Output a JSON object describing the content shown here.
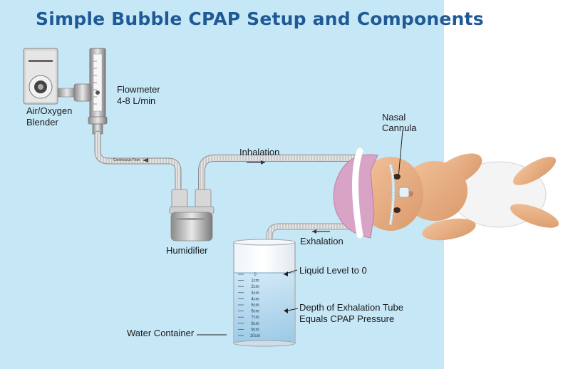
{
  "title": "Simple Bubble CPAP Setup and Components",
  "labels": {
    "blender_line1": "Air/Oxygen",
    "blender_line2": "Blender",
    "flowmeter_line1": "Flowmeter",
    "flowmeter_line2": "4-8 L/min",
    "nasal_line1": "Nasal",
    "nasal_line2": "Cannula",
    "inhalation": "Inhalation",
    "humidifier": "Humidifier",
    "exhalation": "Exhalation",
    "liquid_level": "Liquid Level to 0",
    "depth_line1": "Depth of Exhalation Tube",
    "depth_line2": "Equals CPAP Pressure",
    "water_container": "Water Container",
    "continuous_flow": "Continuous Flow"
  },
  "scale_marks": [
    "0",
    "1cm",
    "2cm",
    "3cm",
    "4cm",
    "5cm",
    "6cm",
    "7cm",
    "8cm",
    "9cm",
    "10cm"
  ],
  "colors": {
    "title": "#1f5a96",
    "panel": "#c6e7f6",
    "tube": "#e6e6e6",
    "water": "#a9d3ec"
  }
}
